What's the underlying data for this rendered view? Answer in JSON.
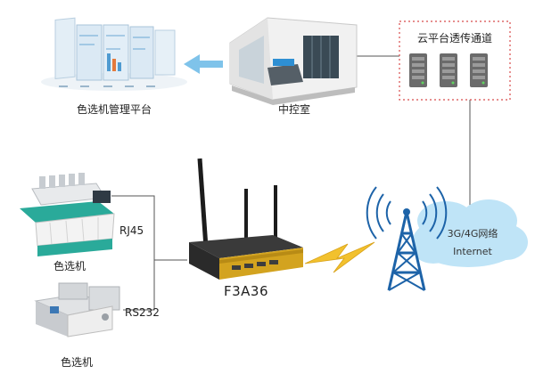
{
  "nodes": {
    "management_platform": {
      "label": "色选机管理平台"
    },
    "control_room": {
      "label": "中控室"
    },
    "cloud_platform": {
      "label": "云平台透传通道"
    },
    "sorter_top": {
      "label": "色选机"
    },
    "sorter_bottom": {
      "label": "色选机"
    },
    "router": {
      "label": "F3A36"
    },
    "network_cloud": {
      "line1": "3G/4G网络",
      "line2": "Internet"
    }
  },
  "links": {
    "rj45": "RJ45",
    "rs232": "RS232"
  },
  "colors": {
    "arrow": "#7fc3ea",
    "dashed_border": "#d84a4a",
    "lightning": "#f2c12e",
    "cloud": "#bfe4f7",
    "tower": "#1d63a8",
    "line": "#555555"
  },
  "icons": {
    "screens": "dashboard-screens-icon",
    "room": "control-room-icon",
    "servers": "server-rack-icon",
    "sorter": "color-sorter-machine-icon",
    "router": "4g-router-icon",
    "tower": "cell-tower-icon",
    "signal": "lightning-bolt-icon"
  }
}
